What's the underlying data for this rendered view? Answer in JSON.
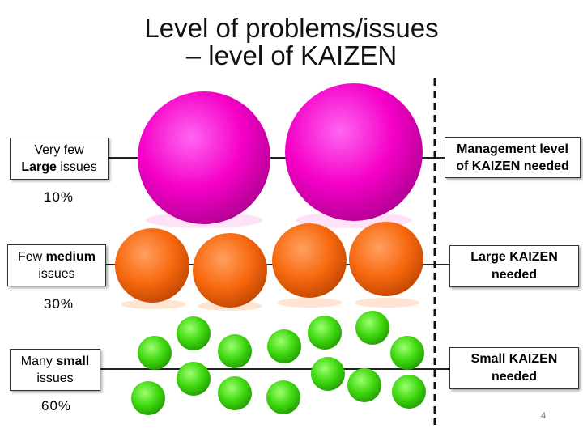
{
  "title": {
    "line1": "Level of problems/issues",
    "line2": "– level of KAIZEN"
  },
  "tiers": [
    {
      "left_line1": "Very few",
      "left_bold": "Large",
      "left_rest": " issues",
      "percent": "10%",
      "right_line1": "Management level",
      "right_line2": "of KAIZEN needed",
      "ball_color": "#ff00cc"
    },
    {
      "left_line1_pre": "Few ",
      "left_bold": "medium",
      "left_line2": "issues",
      "percent": "30%",
      "right_line1": "Large KAIZEN",
      "right_line2": "needed",
      "ball_color": "#ff6a00"
    },
    {
      "left_line1_pre": "Many ",
      "left_bold": "small",
      "left_line2": "issues",
      "percent": "60%",
      "right_line1": "Small KAIZEN",
      "right_line2": "needed",
      "ball_color": "#33dd11"
    }
  ],
  "page_number": "4"
}
